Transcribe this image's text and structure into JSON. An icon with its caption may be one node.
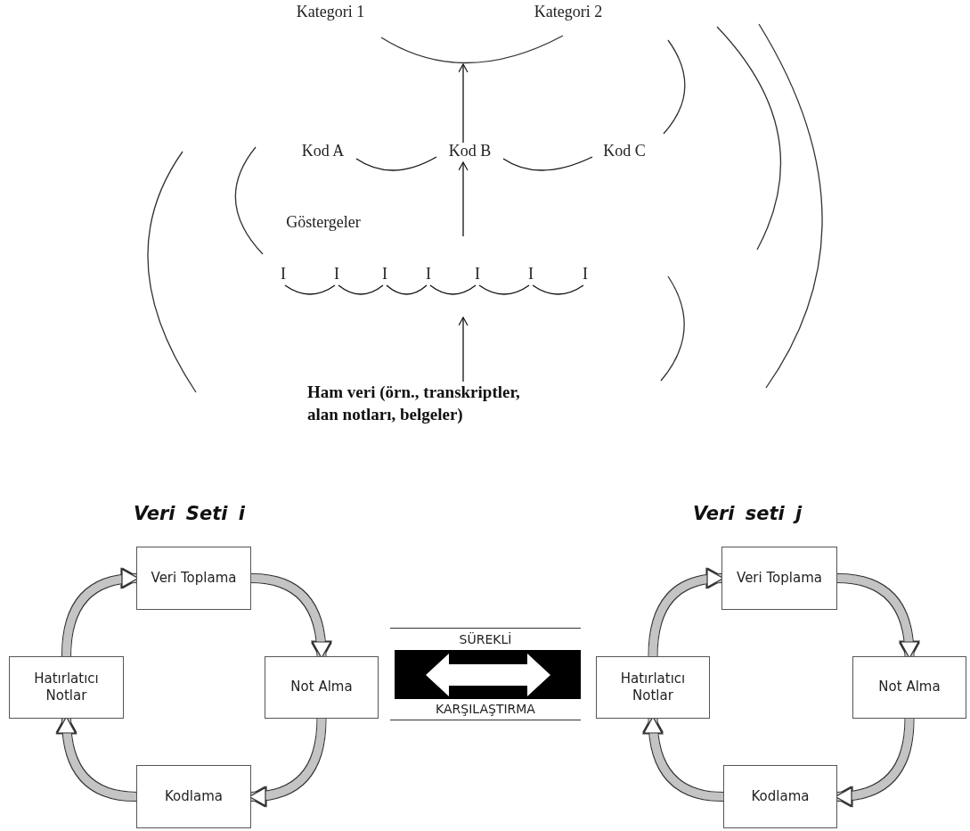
{
  "diagram": {
    "nodes": [
      {
        "text": [
          "Kategori 1"
        ]
      },
      {
        "text": [
          "Kategori 2"
        ]
      },
      {
        "text": [
          "Kod A"
        ]
      },
      {
        "text": [
          "Kod B"
        ]
      },
      {
        "text": [
          "Kod C"
        ]
      },
      {
        "text": [
          "Göstergeler"
        ]
      },
      {
        "text": [
          "I"
        ]
      },
      {
        "text": [
          "I"
        ]
      },
      {
        "text": [
          "I"
        ]
      },
      {
        "text": [
          "I"
        ]
      },
      {
        "text": [
          "I"
        ]
      },
      {
        "text": [
          "I"
        ]
      },
      {
        "text": [
          "I"
        ]
      },
      {
        "text": [
          "Ham veri (örn., transkriptler, alan notları, belgeler)"
        ]
      },
      {
        "text": [
          "Veri Toplama"
        ]
      },
      {
        "text": [
          "Not Alma"
        ]
      },
      {
        "text": [
          "Kodlama"
        ]
      },
      {
        "text": [
          "Hatırlatıcı Notlar"
        ]
      },
      {
        "text": [
          "SÜREKLİ",
          "KARŞILAŞTIRMA"
        ]
      },
      {
        "text": [
          "Veri Toplama"
        ]
      },
      {
        "text": [
          "Not Alma"
        ]
      },
      {
        "text": [
          "Kodlama"
        ]
      },
      {
        "text": [
          "Hatırlatıcı Notlar"
        ]
      },
      {
        "text": [],
        "shape": "arc"
      }
    ],
    "edges": [
      {
        "from": 13,
        "to": null,
        "arrow": "to",
        "color": "#111111"
      },
      {
        "from": null,
        "to": 3,
        "arrow": "to",
        "color": "#111111"
      },
      {
        "from": 3,
        "to": 23,
        "arrow": "to",
        "color": "#111111"
      },
      {
        "from": 14,
        "to": 15,
        "arrow": "to",
        "style": "thick",
        "color": "#c4c4c4"
      },
      {
        "from": 15,
        "to": 16,
        "arrow": "to",
        "style": "thick",
        "color": "#c4c4c4"
      },
      {
        "from": 16,
        "to": 17,
        "arrow": "to",
        "style": "thick",
        "color": "#c4c4c4"
      },
      {
        "from": 17,
        "to": 14,
        "arrow": "to",
        "style": "thick",
        "color": "#c4c4c4"
      },
      {
        "from": 19,
        "to": 20,
        "arrow": "to",
        "style": "thick",
        "color": "#c4c4c4"
      },
      {
        "from": 20,
        "to": 21,
        "arrow": "to",
        "style": "thick",
        "color": "#c4c4c4"
      },
      {
        "from": 21,
        "to": 22,
        "arrow": "to",
        "style": "thick",
        "color": "#c4c4c4"
      },
      {
        "from": 22,
        "to": 19,
        "arrow": "to",
        "style": "thick",
        "color": "#c4c4c4"
      },
      {
        "from": 2,
        "to": 3,
        "arrow": "none",
        "color": "#111111"
      },
      {
        "from": 3,
        "to": 4,
        "arrow": "none",
        "color": "#111111"
      },
      {
        "from": 6,
        "to": 7,
        "arrow": "none",
        "color": "#111111"
      },
      {
        "from": 7,
        "to": 8,
        "arrow": "none",
        "color": "#111111"
      },
      {
        "from": 8,
        "to": 9,
        "arrow": "none",
        "color": "#111111"
      },
      {
        "from": 9,
        "to": 10,
        "arrow": "none",
        "color": "#111111"
      },
      {
        "from": 10,
        "to": 11,
        "arrow": "none",
        "color": "#111111"
      },
      {
        "from": 11,
        "to": 12,
        "arrow": "none",
        "color": "#111111"
      }
    ],
    "labels": [
      "Veri Seti i",
      "Veri seti j"
    ]
  }
}
